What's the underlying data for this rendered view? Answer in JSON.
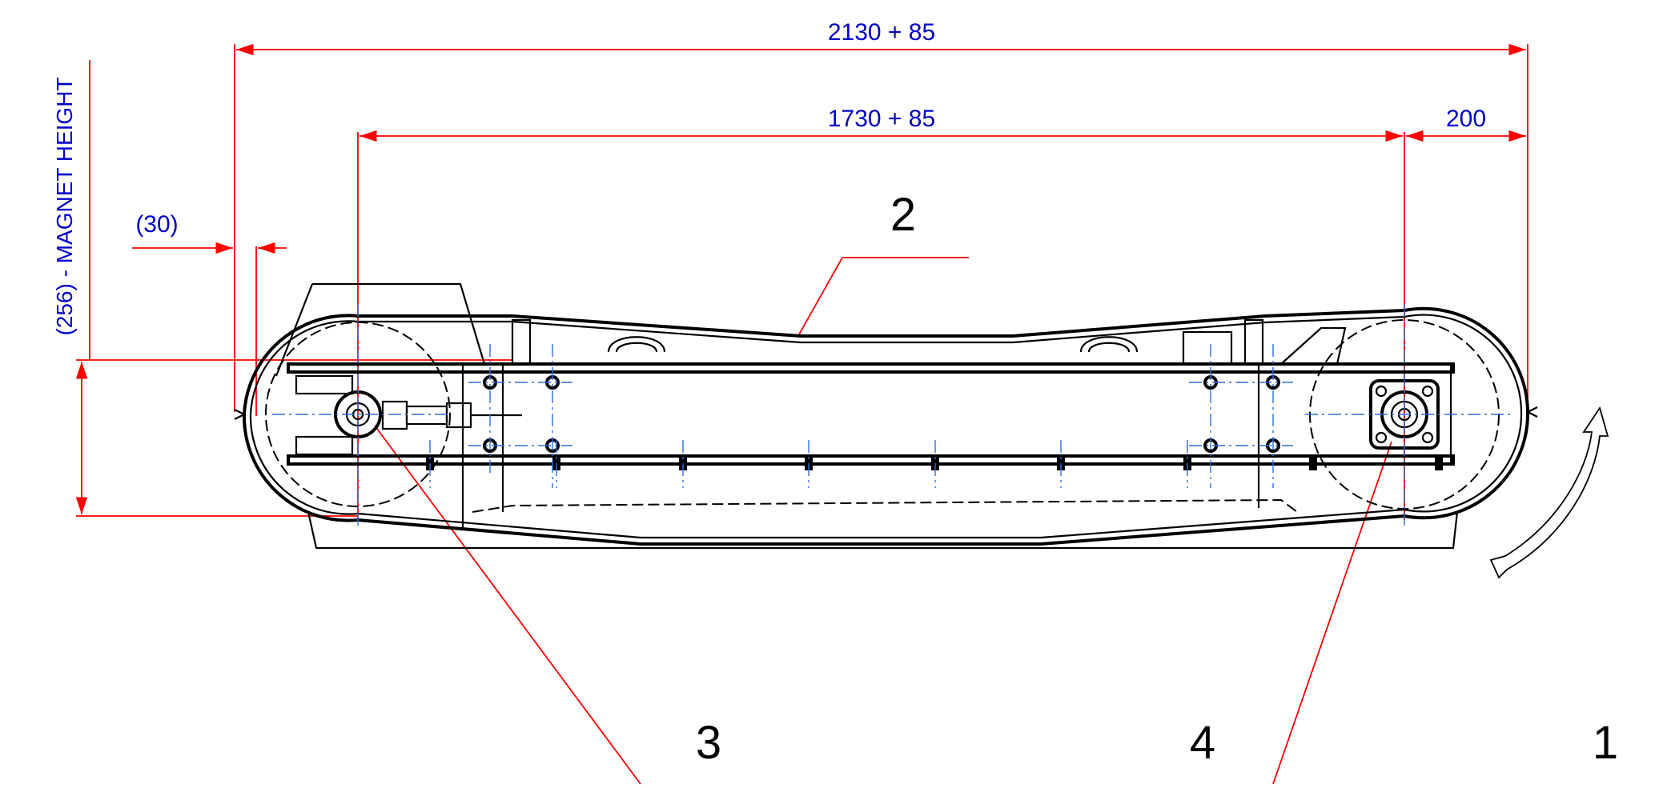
{
  "colors": {
    "dimension": "#ff0000",
    "dimension_text": "#0000cc",
    "centerline": "#2f6fe0",
    "outline": "#000000",
    "background": "#ffffff"
  },
  "dimensions": {
    "overall_length": "2130 + 85",
    "pulley_centers": "1730 + 85",
    "end_offset": "200",
    "side_gap": "(30)",
    "magnet_height": "(256) - MAGNET HEIGHT"
  },
  "callouts": {
    "belt": "2",
    "left_drive": "3",
    "right_drive": "4",
    "rotation": "1"
  }
}
